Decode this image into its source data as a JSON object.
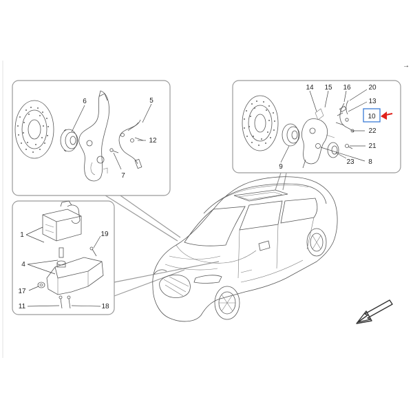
{
  "top_right_glyph": "→",
  "highlight_color": "#3a7bd5",
  "arrow_color": "#e0211b",
  "callouts": {
    "front_brake": [
      "6",
      "5",
      "12",
      "7"
    ],
    "rear_brake": [
      "14",
      "15",
      "16",
      "20",
      "13",
      "10",
      "22",
      "21",
      "9",
      "23",
      "8"
    ],
    "abs_unit": [
      "1",
      "19",
      "4",
      "17",
      "11",
      "18"
    ]
  },
  "highlighted_callout": "10"
}
